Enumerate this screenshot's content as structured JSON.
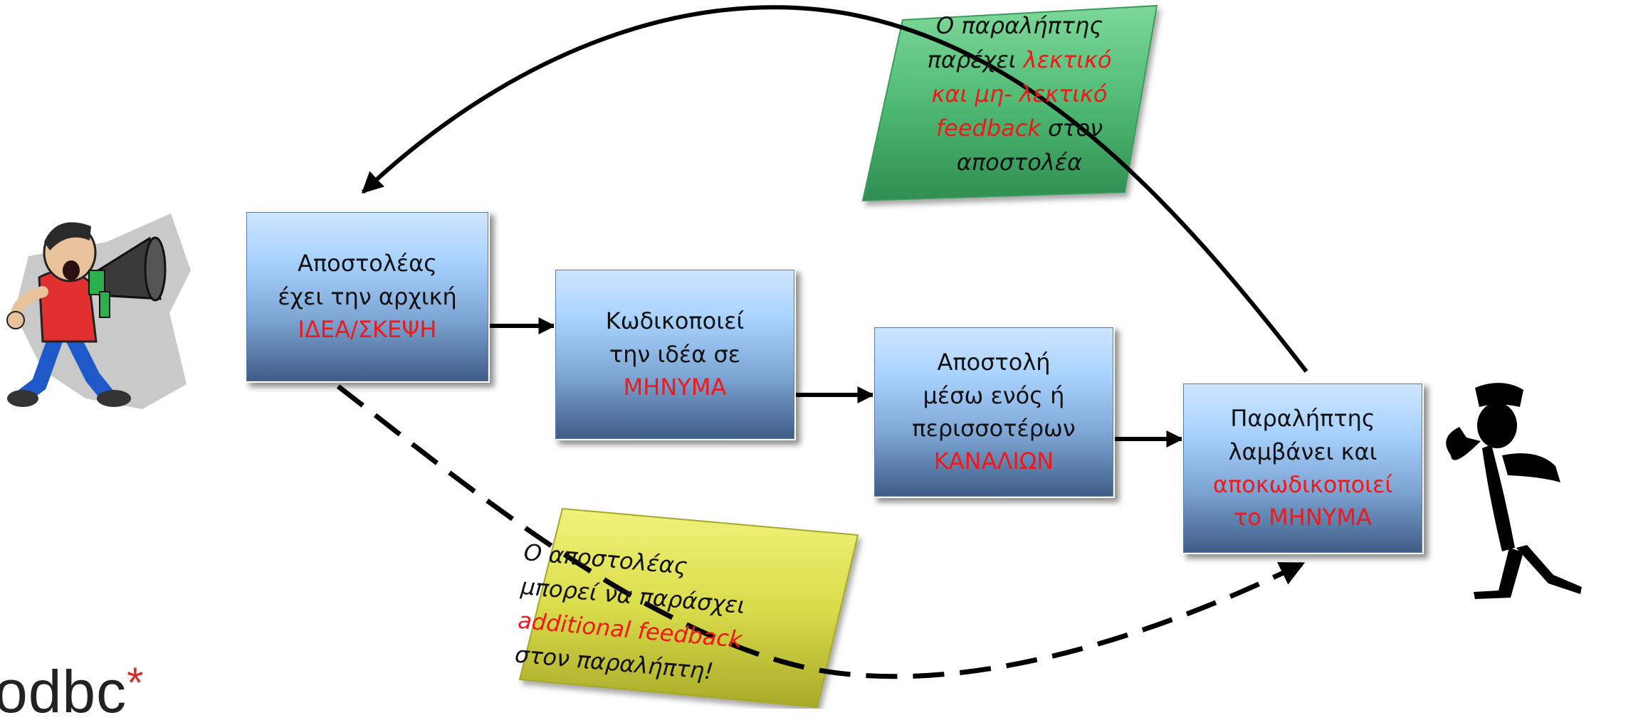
{
  "boxes": {
    "sender": {
      "line1": "Αποστολέας",
      "line2": "έχει την αρχική",
      "line3": "ΙΔΕΑ/ΣΚΕΨΗ"
    },
    "encode": {
      "line1": "Κωδικοποιεί",
      "line2": "την ιδέα σε",
      "line3": "ΜΗΝΥΜΑ"
    },
    "channel": {
      "line1": "Αποστολή",
      "line2": "μέσω ενός ή",
      "line3": "περισσοτέρων",
      "line4": "ΚΑΝΑΛΙΩΝ"
    },
    "receiver": {
      "line1": "Παραλήπτης",
      "line2": "λαμβάνει και",
      "line3": "αποκωδικοποιεί",
      "line4": "το ΜΗΝΥΜΑ"
    }
  },
  "green_note": {
    "line1": "Ο παραλήπτης",
    "line2a": "παρέχει ",
    "line2b": "λεκτικό",
    "line3": "και μη- λεκτικό",
    "line4a": "feedback",
    "line4b": " στον",
    "line5": "αποστολέα"
  },
  "yellow_note": {
    "line1": "Ο αποστολέας",
    "line2": "μπορεί να παράσχει",
    "line3": "additional feedback",
    "line4": "στον παραλήπτη!"
  },
  "logo": {
    "text": "odbc",
    "mark": "*"
  },
  "colors": {
    "box_top": "#cfe6ff",
    "box_bottom": "#3d5c86",
    "highlight_red": "#f01818",
    "green_note": "#4fba74",
    "yellow_note": "#d9dc4a"
  },
  "icons": [
    "shouting-man-megaphone-icon",
    "listening-silhouette-icon"
  ]
}
